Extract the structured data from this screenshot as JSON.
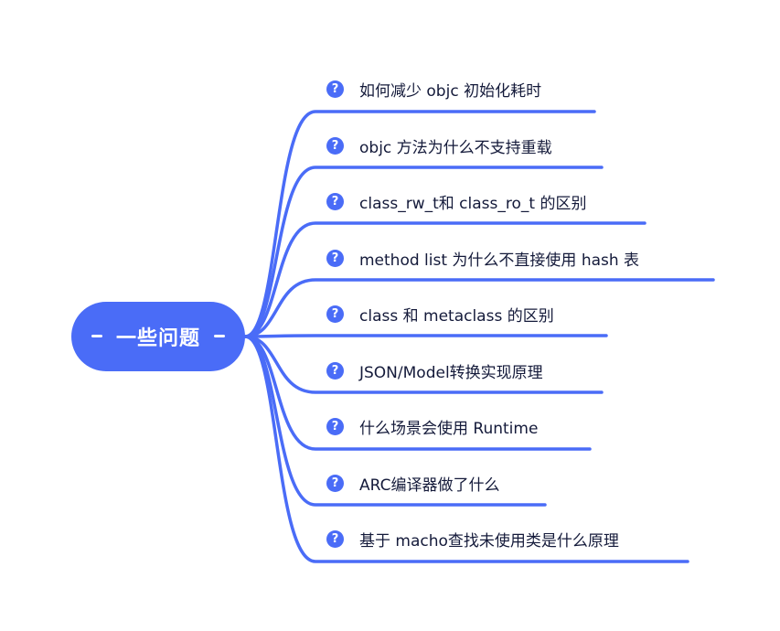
{
  "root": {
    "label": "一些问题"
  },
  "colors": {
    "accent": "#4a6cf7",
    "text": "#141a3a",
    "background": "#ffffff"
  },
  "branches": [
    {
      "label": "如何减少 objc 初始化耗时",
      "icon": "question-icon"
    },
    {
      "label": "objc 方法为什么不支持重载",
      "icon": "question-icon"
    },
    {
      "label": "class_rw_t和 class_ro_t 的区别",
      "icon": "question-icon"
    },
    {
      "label": "method list 为什么不直接使用 hash 表",
      "icon": "question-icon"
    },
    {
      "label": "class 和 metaclass 的区别",
      "icon": "question-icon"
    },
    {
      "label": "JSON/Model转换实现原理",
      "icon": "question-icon"
    },
    {
      "label": "什么场景会使用 Runtime",
      "icon": "question-icon"
    },
    {
      "label": "ARC编译器做了什么",
      "icon": "question-icon"
    },
    {
      "label": "基于 macho查找未使用类是什么原理",
      "icon": "question-icon"
    }
  ]
}
